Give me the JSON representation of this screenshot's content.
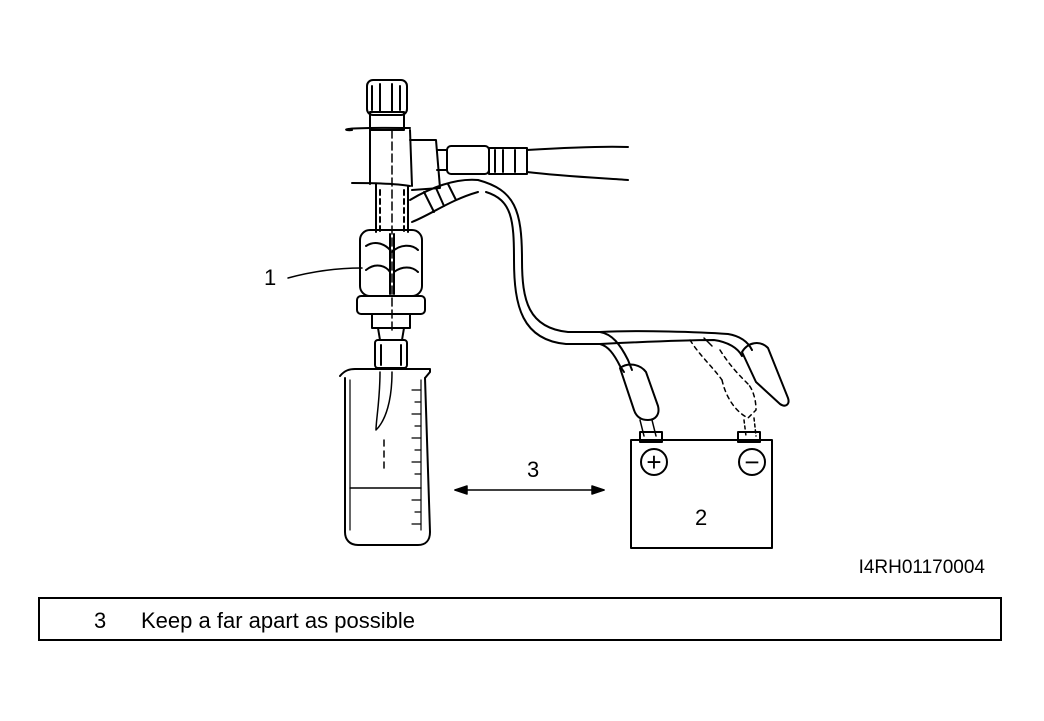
{
  "labels": {
    "item1": "1",
    "item2": "2",
    "item3": "3"
  },
  "battery": {
    "positive_symbol": "+",
    "negative_symbol": "−"
  },
  "figure_id": "I4RH01170004",
  "legend": {
    "number": "3",
    "text": "Keep a far apart as possible"
  }
}
